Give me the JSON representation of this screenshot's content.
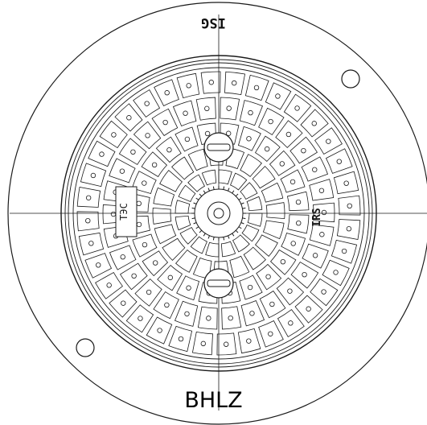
{
  "drawing": {
    "model_label": "BHLZ",
    "stamp_top": "ISG",
    "stamp_side": "IRS",
    "stamp_left": "ТЭС",
    "colors": {
      "line": "#1a1a1a",
      "background": "#ffffff"
    }
  }
}
